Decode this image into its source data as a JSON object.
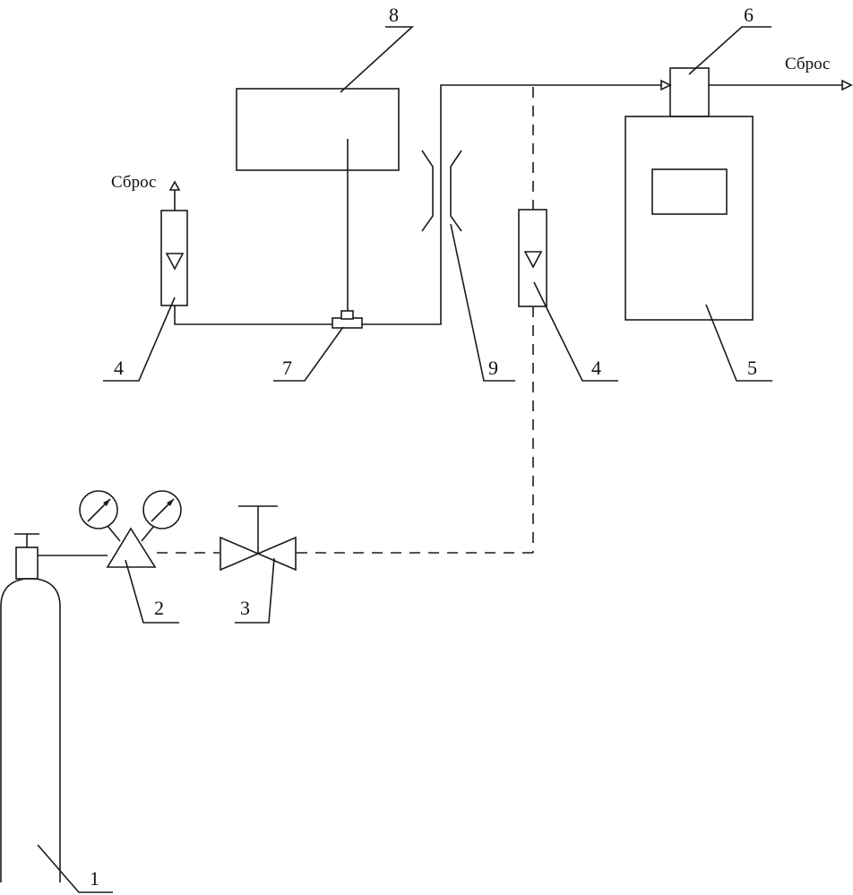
{
  "vent_labels": {
    "left": "Сброс",
    "right": "Сброс"
  },
  "component_numbers": {
    "cylinder": "1",
    "pressure_regulator": "2",
    "valve": "3",
    "flowmeter_left": "4",
    "flowmeter_right": "4",
    "analyzer": "5",
    "sensor_head": "6",
    "tee": "7",
    "unit_8": "8",
    "restrictor": "9"
  }
}
